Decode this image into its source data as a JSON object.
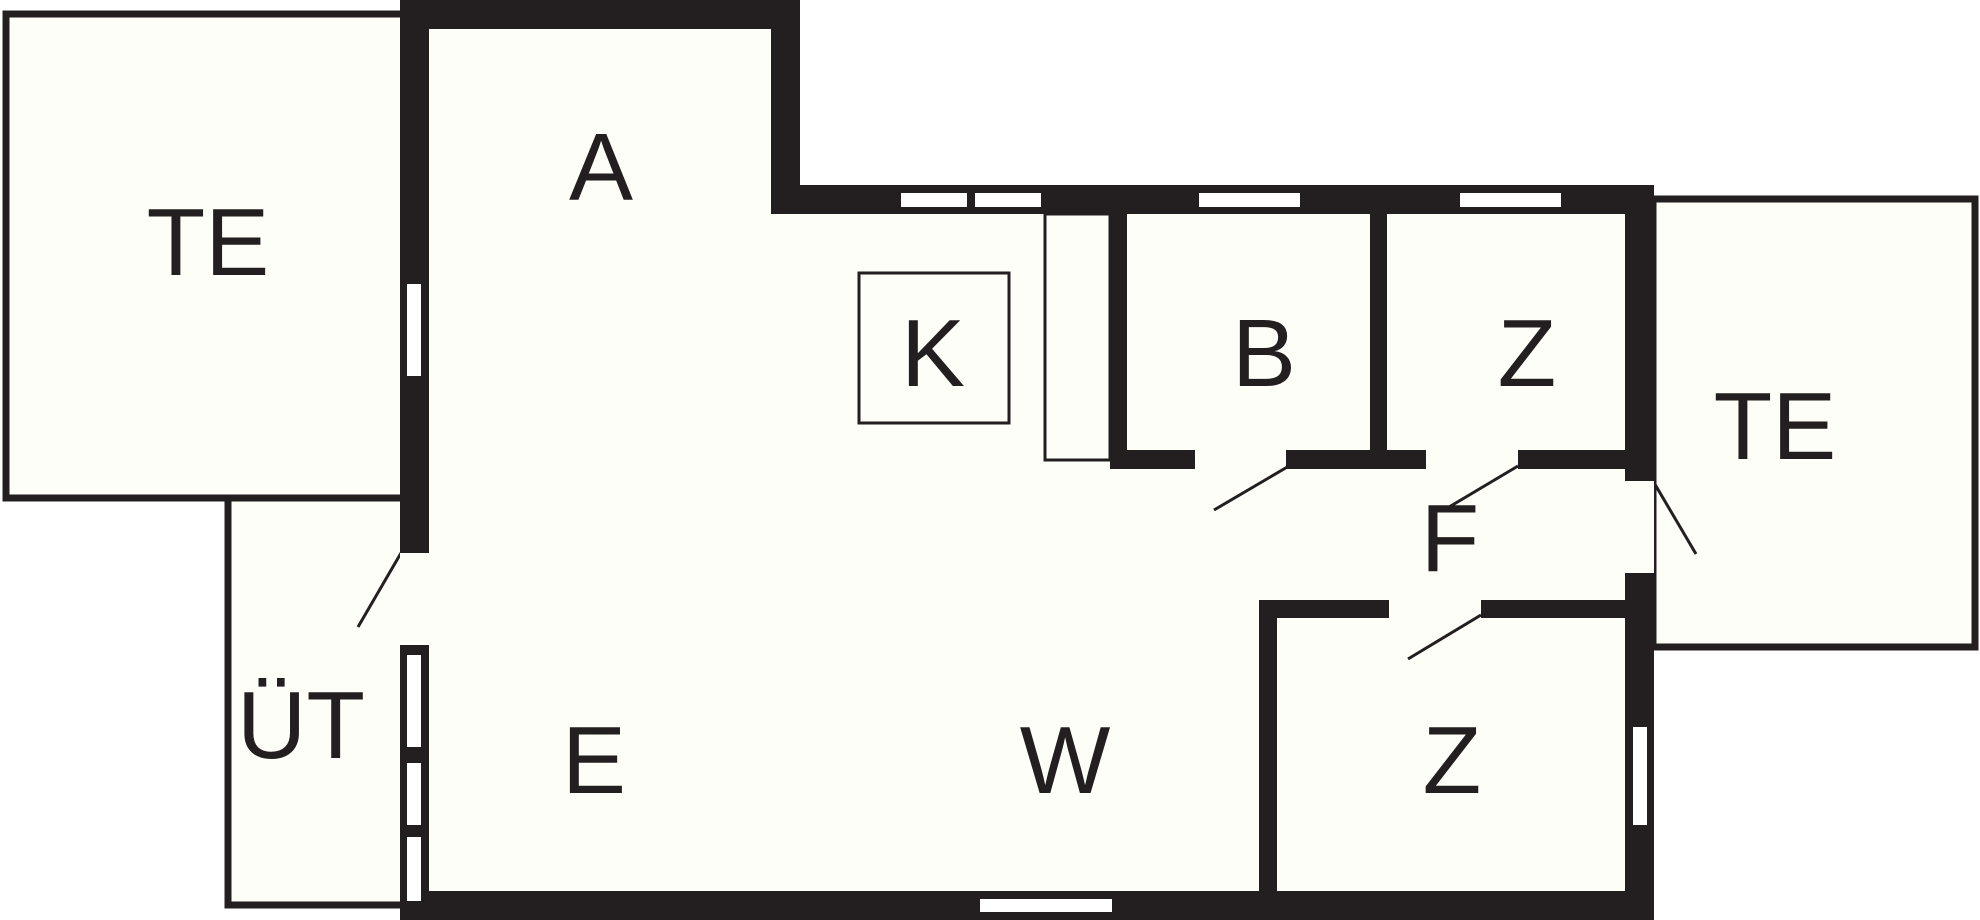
{
  "colors": {
    "floor": "#fdfef8",
    "wall": "#231f20",
    "window": "#ffffff"
  },
  "rooms": {
    "terrace_left": "TE",
    "terrace_right": "TE",
    "kitchen_area": "A",
    "kitchen_island": "K",
    "bathroom": "B",
    "room_upper": "Z",
    "hallway": "F",
    "room_lower": "Z",
    "utility": "ÜT",
    "dining": "E",
    "living": "W"
  }
}
